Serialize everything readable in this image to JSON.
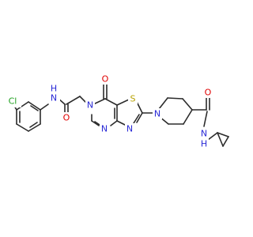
{
  "molecule": {
    "atoms": {
      "cl": "Cl",
      "nh_left": "N",
      "h_left": "H",
      "o_amide_left": "O",
      "o_ring": "O",
      "n6": "N",
      "n_pyr": "N",
      "s_thiazole": "S",
      "n_thiazole": "N",
      "n_pip": "N",
      "o_amide_right": "O",
      "nh_right": "N",
      "h_right": "H"
    },
    "colors": {
      "bond": "#2b2b2b",
      "carbon_text": "#2b2b2b",
      "nitrogen": "#2828d6",
      "oxygen": "#e00000",
      "sulfur": "#b8a100",
      "chlorine": "#1fa01f"
    }
  }
}
